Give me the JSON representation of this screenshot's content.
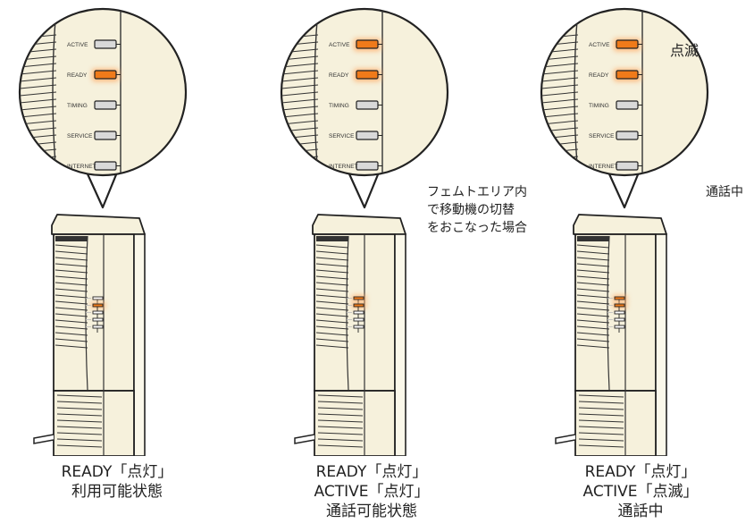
{
  "led_labels": [
    "ACTIVE",
    "READY",
    "TIMING",
    "SERVICE",
    "INTERNET"
  ],
  "colors": {
    "led_on": "#f07a1a",
    "led_glow": "#ffb070",
    "led_off": "#d9d9d9",
    "body": "#f6f1dc",
    "stroke": "#222222"
  },
  "panels": [
    {
      "caption": [
        "READY「点灯」",
        "利用可能状態"
      ],
      "note": [],
      "blink_label": "",
      "leds": [
        "off",
        "on",
        "off",
        "off",
        "off"
      ]
    },
    {
      "caption": [
        "READY「点灯」",
        "ACTIVE「点灯」",
        "通話可能状態"
      ],
      "note": [
        "フェムトエリア内",
        "で移動機の切替",
        "をおこなった場合"
      ],
      "blink_label": "",
      "leds": [
        "on",
        "on",
        "off",
        "off",
        "off"
      ]
    },
    {
      "caption": [
        "READY「点灯」",
        "ACTIVE「点滅」",
        "通話中"
      ],
      "note": [
        "通話中"
      ],
      "blink_label": "点滅",
      "leds": [
        "blink",
        "on",
        "off",
        "off",
        "off"
      ]
    }
  ]
}
